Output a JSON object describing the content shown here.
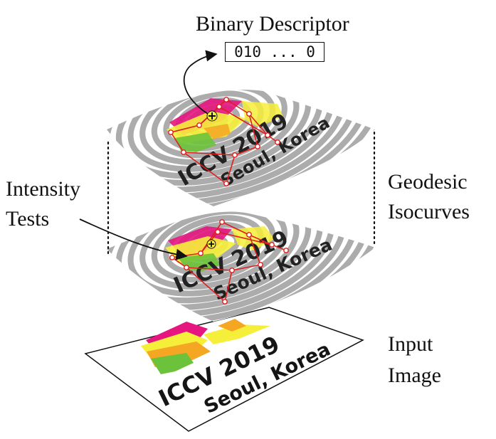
{
  "labels": {
    "binary_descriptor": "Binary Descriptor",
    "descriptor_bits": "010 ... 0",
    "intensity_line1": "Intensity",
    "intensity_line2": "Tests",
    "geodesic_line1": "Geodesic",
    "geodesic_line2": "Isocurves",
    "input_line1": "Input",
    "input_line2": "Image"
  },
  "image_text": {
    "line1": "ICCV 2019",
    "line2": "Seoul, Korea"
  },
  "colors": {
    "magenta": "#e6157f",
    "yellow": "#f6ef3a",
    "orange": "#f5a623",
    "green": "#6cc23a",
    "test_red": "#dd1f1f",
    "isocurve_gray": "#9d9d9d"
  }
}
